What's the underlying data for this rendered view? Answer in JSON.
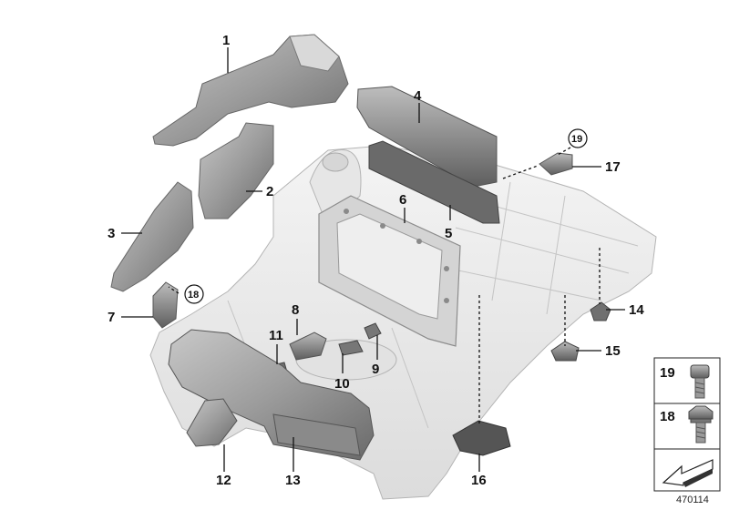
{
  "callouts": {
    "c1": "1",
    "c2": "2",
    "c3": "3",
    "c4": "4",
    "c5": "5",
    "c6": "6",
    "c7": "7",
    "c8": "8",
    "c9": "9",
    "c10": "10",
    "c11": "11",
    "c12": "12",
    "c13": "13",
    "c14": "14",
    "c15": "15",
    "c16": "16",
    "c17": "17",
    "c18_circled": "18",
    "c19_circled": "19"
  },
  "legend": {
    "item_19": "19",
    "item_18": "18"
  },
  "reference_number": "470114",
  "colors": {
    "body_fill": "#ececec",
    "body_stroke": "#b4b4b4",
    "part_fill": "#a9a9a9",
    "part_dark": "#6e6e6e",
    "text": "#111111"
  }
}
